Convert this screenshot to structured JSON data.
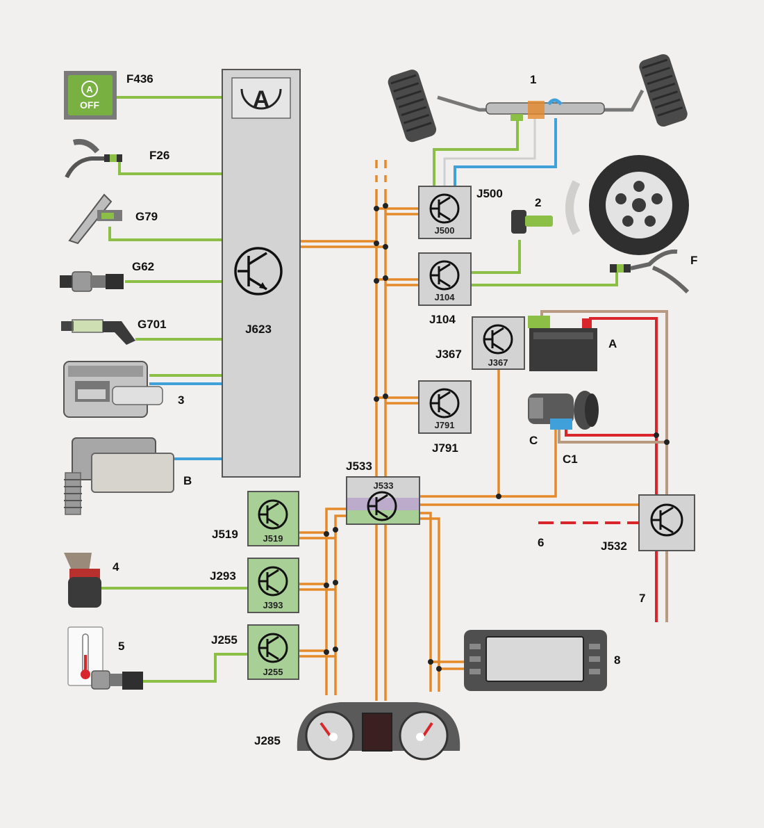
{
  "colors": {
    "can_bus": "#e58a2a",
    "sensor_wire": "#8cbf45",
    "lin_wire": "#3fa0da",
    "power_wire": "#d8262c",
    "ground_wire": "#b89a80",
    "ecu_fill": "#d3d3d3",
    "ecu_gateway_fill": "#a8cf96",
    "background": "#f1f0ee"
  },
  "engine_ecu": {
    "label": "J623",
    "symbol_text": "A"
  },
  "start_stop_button": {
    "label": "F436",
    "symbol_text": "A",
    "text": "OFF"
  },
  "left_components": [
    {
      "id": "f26",
      "label": "F26",
      "icon": "clutch-pedal-switch-icon"
    },
    {
      "id": "g79",
      "label": "G79",
      "icon": "accelerator-pedal-sensor-icon"
    },
    {
      "id": "g62",
      "label": "G62",
      "icon": "coolant-temperature-sensor-icon"
    },
    {
      "id": "g701",
      "label": "G701",
      "icon": "idle-position-sensor-icon"
    },
    {
      "id": "3",
      "label": "3",
      "icon": "engine-icon"
    },
    {
      "id": "b",
      "label": "B",
      "icon": "starter-motor-icon"
    },
    {
      "id": "4",
      "label": "4",
      "icon": "seat-belt-buckle-icon"
    },
    {
      "id": "5",
      "label": "5",
      "icon": "temperature-sensor-icon"
    }
  ],
  "control_units": [
    {
      "id": "j500",
      "label": "J500",
      "code": "J500"
    },
    {
      "id": "j104",
      "label": "J104",
      "code": "J104"
    },
    {
      "id": "j367",
      "label": "J367",
      "code": "J367"
    },
    {
      "id": "j791",
      "label": "J791",
      "code": "J791"
    },
    {
      "id": "j533",
      "label": "J533",
      "code": "J533"
    },
    {
      "id": "j519",
      "label": "J519",
      "code": "J519"
    },
    {
      "id": "j293",
      "label": "J293",
      "code": "J393"
    },
    {
      "id": "j255",
      "label": "J255",
      "code": "J255"
    },
    {
      "id": "j532",
      "label": "J532",
      "code": ""
    }
  ],
  "right_components": [
    {
      "id": "1",
      "label": "1",
      "icon": "steering-rack-icon"
    },
    {
      "id": "2",
      "label": "2",
      "icon": "wheel-speed-sensor-icon"
    },
    {
      "id": "f",
      "label": "F",
      "icon": "brake-light-switch-icon"
    },
    {
      "id": "a",
      "label": "A",
      "icon": "battery-icon"
    },
    {
      "id": "c",
      "label": "C",
      "icon": "alternator-icon"
    },
    {
      "id": "c1",
      "label": "C1",
      "icon": "voltage-regulator-icon"
    },
    {
      "id": "6",
      "label": "6",
      "icon": "dashed-wire-icon"
    },
    {
      "id": "7",
      "label": "7",
      "icon": "dashed-wire-icon"
    },
    {
      "id": "8",
      "label": "8",
      "icon": "radio-navigation-unit-icon"
    },
    {
      "id": "j285",
      "label": "J285",
      "icon": "instrument-cluster-icon"
    }
  ]
}
